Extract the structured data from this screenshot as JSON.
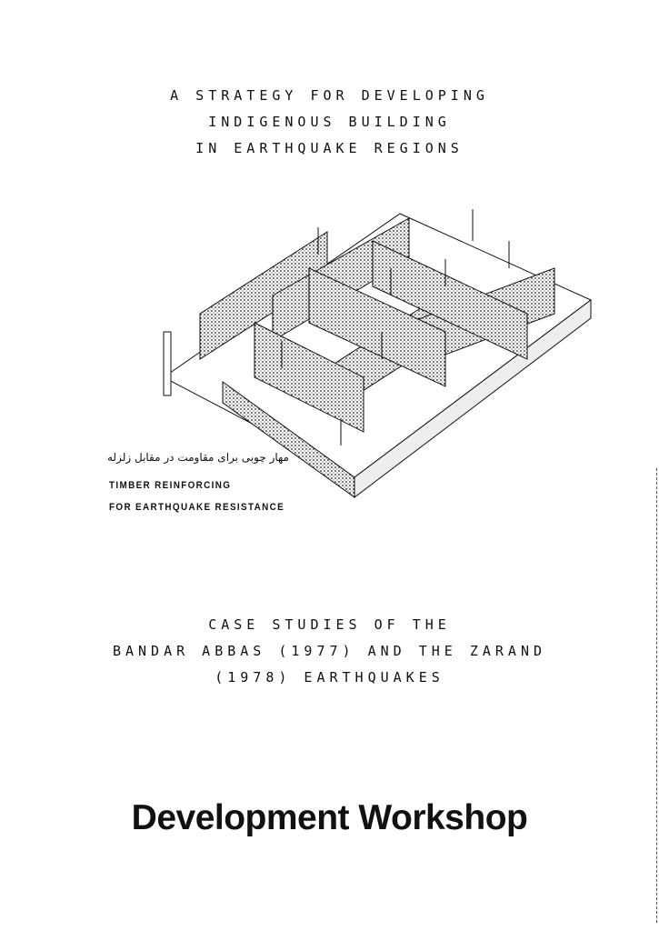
{
  "title_lines": [
    "A STRATEGY FOR DEVELOPING",
    "INDIGENOUS BUILDING",
    "IN EARTHQUAKE REGIONS"
  ],
  "illustration": {
    "persian_caption": "مهار چوبی برای مقاومت در مقابل زلزله",
    "caption_line1": "TIMBER   REINFORCING",
    "caption_line2": "FOR  EARTHQUAKE   RESISTANCE"
  },
  "subtitle_lines": [
    "CASE STUDIES OF THE",
    "BANDAR ABBAS (1977) AND THE ZARAND",
    "(1978) EARTHQUAKES"
  ],
  "organization": "Development Workshop"
}
